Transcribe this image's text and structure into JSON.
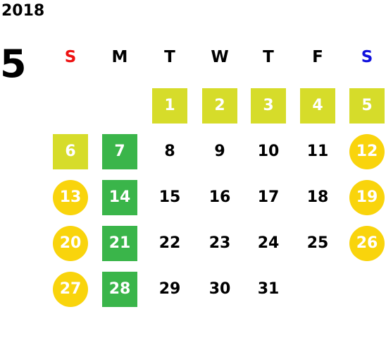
{
  "calendar": {
    "year": "2018",
    "month": "5",
    "weekdays": [
      {
        "label": "S",
        "kind": "sun"
      },
      {
        "label": "M",
        "kind": "normal"
      },
      {
        "label": "T",
        "kind": "normal"
      },
      {
        "label": "W",
        "kind": "normal"
      },
      {
        "label": "T",
        "kind": "normal"
      },
      {
        "label": "F",
        "kind": "normal"
      },
      {
        "label": "S",
        "kind": "sat"
      }
    ],
    "days": [
      {
        "label": "1",
        "col": 2,
        "row": 0,
        "style": "lime"
      },
      {
        "label": "2",
        "col": 3,
        "row": 0,
        "style": "lime"
      },
      {
        "label": "3",
        "col": 4,
        "row": 0,
        "style": "lime"
      },
      {
        "label": "4",
        "col": 5,
        "row": 0,
        "style": "lime"
      },
      {
        "label": "5",
        "col": 6,
        "row": 0,
        "style": "lime"
      },
      {
        "label": "6",
        "col": 0,
        "row": 1,
        "style": "lime"
      },
      {
        "label": "7",
        "col": 1,
        "row": 1,
        "style": "green"
      },
      {
        "label": "8",
        "col": 2,
        "row": 1,
        "style": "plain"
      },
      {
        "label": "9",
        "col": 3,
        "row": 1,
        "style": "plain"
      },
      {
        "label": "10",
        "col": 4,
        "row": 1,
        "style": "plain"
      },
      {
        "label": "11",
        "col": 5,
        "row": 1,
        "style": "plain"
      },
      {
        "label": "12",
        "col": 6,
        "row": 1,
        "style": "holiday"
      },
      {
        "label": "13",
        "col": 0,
        "row": 2,
        "style": "holiday"
      },
      {
        "label": "14",
        "col": 1,
        "row": 2,
        "style": "green"
      },
      {
        "label": "15",
        "col": 2,
        "row": 2,
        "style": "plain"
      },
      {
        "label": "16",
        "col": 3,
        "row": 2,
        "style": "plain"
      },
      {
        "label": "17",
        "col": 4,
        "row": 2,
        "style": "plain"
      },
      {
        "label": "18",
        "col": 5,
        "row": 2,
        "style": "plain"
      },
      {
        "label": "19",
        "col": 6,
        "row": 2,
        "style": "holiday"
      },
      {
        "label": "20",
        "col": 0,
        "row": 3,
        "style": "holiday"
      },
      {
        "label": "21",
        "col": 1,
        "row": 3,
        "style": "green"
      },
      {
        "label": "22",
        "col": 2,
        "row": 3,
        "style": "plain"
      },
      {
        "label": "23",
        "col": 3,
        "row": 3,
        "style": "plain"
      },
      {
        "label": "24",
        "col": 4,
        "row": 3,
        "style": "plain"
      },
      {
        "label": "25",
        "col": 5,
        "row": 3,
        "style": "plain"
      },
      {
        "label": "26",
        "col": 6,
        "row": 3,
        "style": "holiday"
      },
      {
        "label": "27",
        "col": 0,
        "row": 4,
        "style": "holiday"
      },
      {
        "label": "28",
        "col": 1,
        "row": 4,
        "style": "green"
      },
      {
        "label": "29",
        "col": 2,
        "row": 4,
        "style": "plain"
      },
      {
        "label": "30",
        "col": 3,
        "row": 4,
        "style": "plain"
      },
      {
        "label": "31",
        "col": 4,
        "row": 4,
        "style": "plain"
      }
    ]
  },
  "colors": {
    "sunday_label": "#ee1111",
    "saturday_label": "#1111dd",
    "lime": "#d6dc2a",
    "green": "#3ab54a",
    "holiday": "#f9d40c",
    "text": "#000000"
  }
}
